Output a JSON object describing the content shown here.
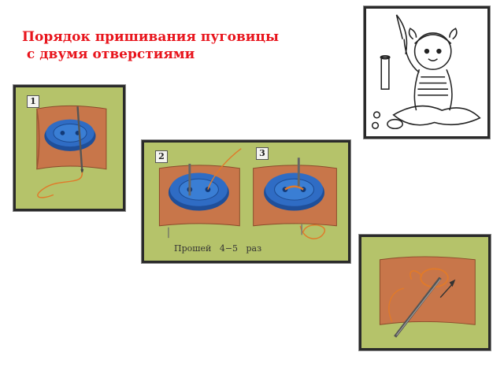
{
  "title": "Порядок пришивания пуговицы\n с двумя отверстиями",
  "steps": {
    "step1": "1",
    "step2": "2",
    "step3": "3"
  },
  "caption": "Прошей   4−5   раз",
  "colors": {
    "title": "#e8141c",
    "panel_bg": "#b5c36a",
    "fabric": "#c8764a",
    "button": "#2a5fb0",
    "thread": "#e07a2a"
  },
  "icons": {
    "girl_sewing": "girl-sewing-illustration",
    "needle": "needle-icon",
    "button": "button-icon"
  }
}
